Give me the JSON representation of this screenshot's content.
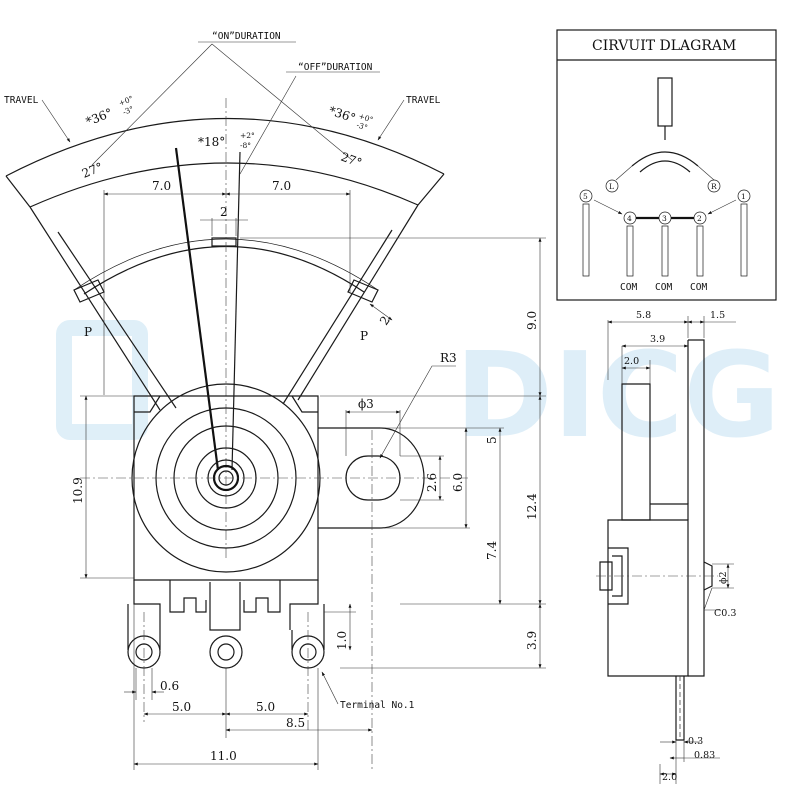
{
  "watermark": {
    "text": "DICGU"
  },
  "labels": {
    "on_duration": "“ON”DURATION",
    "off_duration": "“OFF”DURATION",
    "travel_left": "TRAVEL",
    "travel_right": "TRAVEL",
    "terminal_no1": "Terminal No.1",
    "p_left": "P",
    "p_right": "P",
    "c03": "C0.3"
  },
  "angles": {
    "left_36": "*36°",
    "left_36_tol_top": "+0°",
    "left_36_tol_bot": "-3°",
    "right_36": "*36°",
    "right_36_tol_top": "+0°",
    "right_36_tol_bot": "-3°",
    "center_18": "*18°",
    "center_18_tol_top": "+2°",
    "center_18_tol_bot": "-8°",
    "left_27": "27°",
    "right_27": "27°"
  },
  "dimensions": {
    "d7_0_left": "7.0",
    "d7_0_right": "7.0",
    "d2_top": "2",
    "d9_0": "9.0",
    "d2_side": "2",
    "r3": "R3",
    "phi3": "ϕ3",
    "d5": "5",
    "d2_6": "2.6",
    "d6_0": "6.0",
    "d12_4": "12.4",
    "d7_4": "7.4",
    "d10_9": "10.9",
    "d3_9": "3.9",
    "d1_0": "1.0",
    "d0_6": "0.6",
    "d5_0_left": "5.0",
    "d5_0_right": "5.0",
    "d8_5": "8.5",
    "d11_0": "11.0",
    "side_5_8": "5.8",
    "side_1_5": "1.5",
    "side_3_9": "3.9",
    "side_2_0_top": "2.0",
    "side_phi2": "ϕ2",
    "side_0_3": "0.3",
    "side_0_83": "0.83",
    "side_2_0_bot": "2.0"
  },
  "circuit": {
    "title": "CIRVUIT DLAGRAM",
    "pins": [
      "5",
      "4",
      "3",
      "2",
      "1"
    ],
    "wiper_left": "L",
    "wiper_right": "R",
    "com_labels": [
      "COM",
      "COM",
      "COM"
    ]
  }
}
